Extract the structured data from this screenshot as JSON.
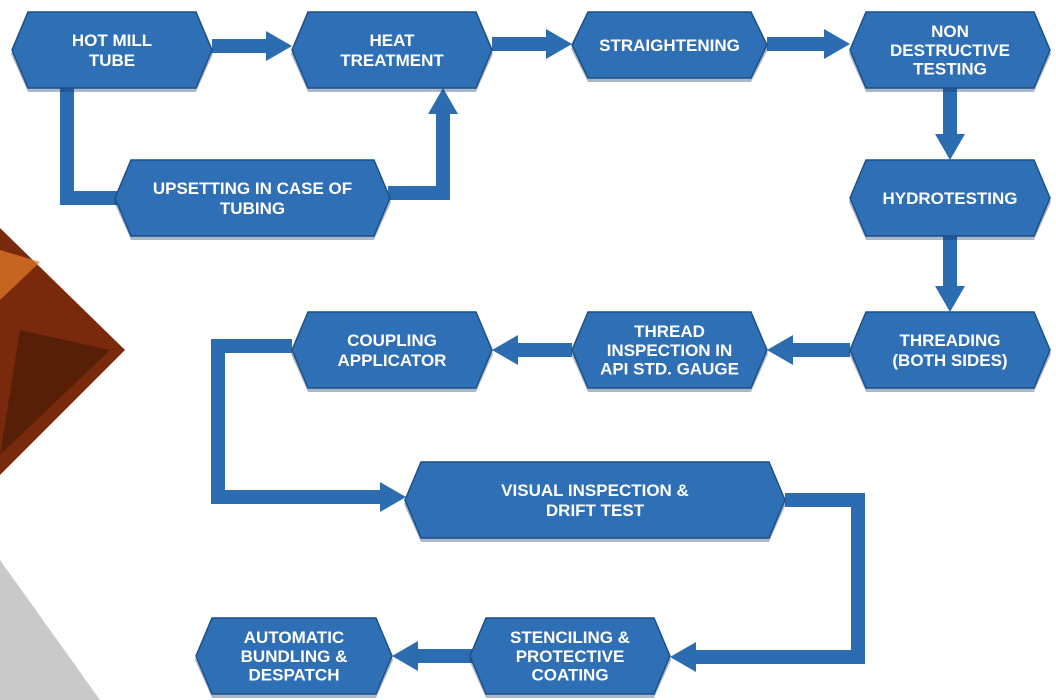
{
  "colors": {
    "node_fill": "#2f6fb5",
    "node_stroke": "#1d4f8a",
    "connector": "#2c6cb0",
    "text": "#ffffff",
    "decor_orange": "#b5491c",
    "decor_dark": "#3a1406",
    "decor_gray": "#c9c9c9"
  },
  "nodes": {
    "hot_mill_tube": {
      "lines": [
        "HOT MILL",
        "TUBE"
      ]
    },
    "heat_treatment": {
      "lines": [
        "HEAT",
        "TREATMENT"
      ]
    },
    "straightening": {
      "lines": [
        "STRAIGHTENING"
      ]
    },
    "non_destructive_testing": {
      "lines": [
        "NON",
        "DESTRUCTIVE",
        "TESTING"
      ]
    },
    "upsetting": {
      "lines": [
        "UPSETTING IN CASE OF",
        "TUBING"
      ]
    },
    "hydrotesting": {
      "lines": [
        "HYDROTESTING"
      ]
    },
    "threading": {
      "lines": [
        "THREADING",
        "(BOTH SIDES)"
      ]
    },
    "thread_inspection": {
      "lines": [
        "THREAD",
        "INSPECTION IN",
        "API STD. GAUGE"
      ]
    },
    "coupling_applicator": {
      "lines": [
        "COUPLING",
        "APPLICATOR"
      ]
    },
    "visual_inspection": {
      "lines": [
        "VISUAL INSPECTION &",
        "DRIFT TEST"
      ]
    },
    "stenciling": {
      "lines": [
        "STENCILING &",
        "PROTECTIVE",
        "COATING"
      ]
    },
    "automatic_bundling": {
      "lines": [
        "AUTOMATIC",
        "BUNDLING &",
        "DESPATCH"
      ]
    }
  }
}
